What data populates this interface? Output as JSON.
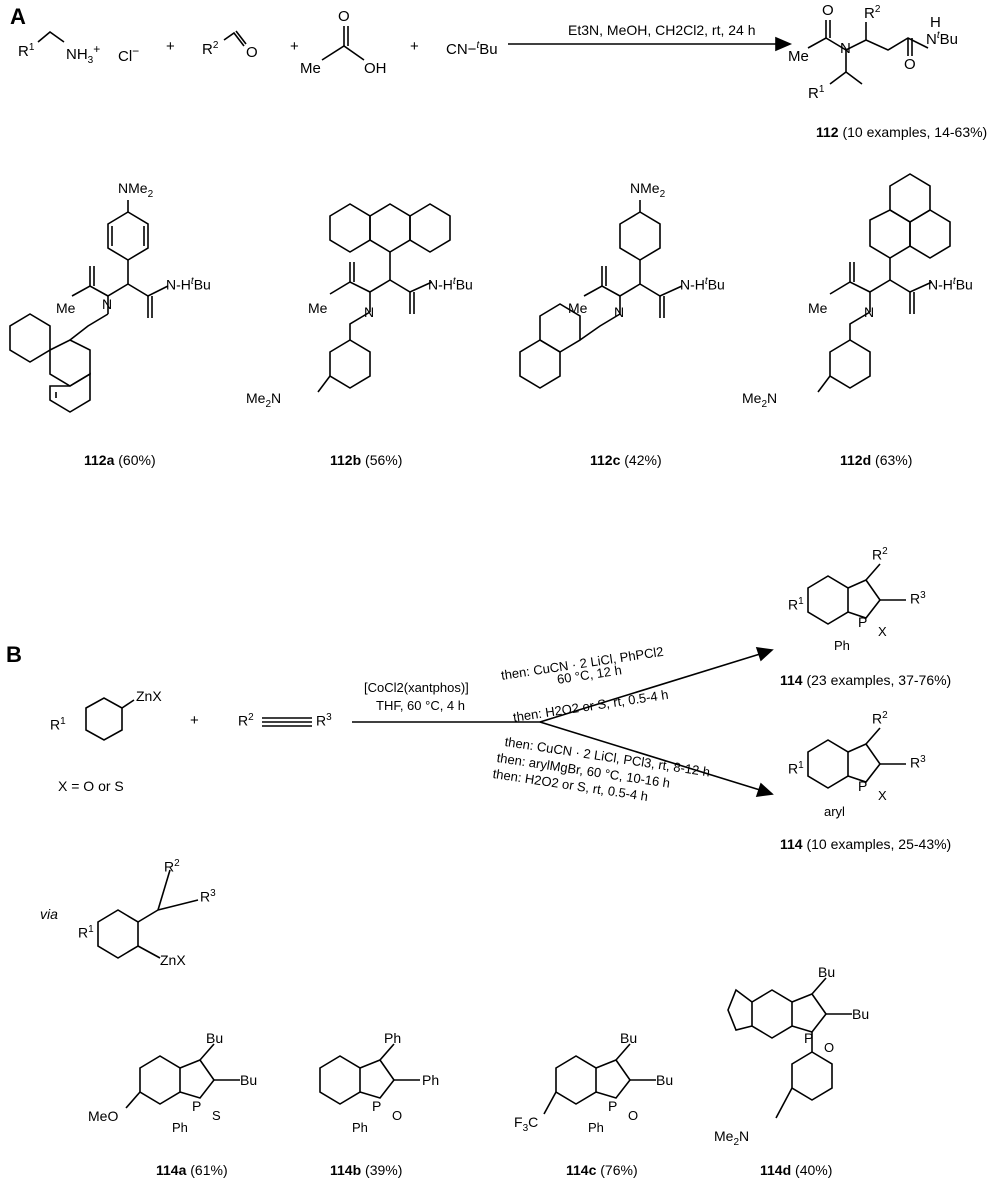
{
  "sectionA": {
    "label": "A",
    "reagents": {
      "amine_r": "R",
      "amine_sup": "1",
      "amine_nh": "NH",
      "amine_nh_sub": "3",
      "amine_plus": "+",
      "chloride": "Cl",
      "chloride_sup": "−",
      "plus": "+",
      "aldehyde_r": "R",
      "aldehyde_sup": "2",
      "aldehyde_o": "O",
      "acid_o": "O",
      "acid_oh": "OH",
      "isocyanide": "CN−",
      "isocyanide_t": "t",
      "isocyanide_bu": "Bu"
    },
    "conditions": "Et3N, MeOH, CH2Cl2, rt, 24 h",
    "product_id": "112",
    "product_note": "(10 examples, 14-63%)",
    "examples": [
      {
        "id": "112a",
        "yield": "(60%)"
      },
      {
        "id": "112b",
        "yield": "(56%)"
      },
      {
        "id": "112c",
        "yield": "(42%)"
      },
      {
        "id": "112d",
        "yield": "(63%)"
      }
    ],
    "labels": {
      "nme2": "NMe",
      "me2n": "Me",
      "me": "Me",
      "n": "N",
      "nh": "N",
      "h": "H",
      "t": "t",
      "bu": "Bu",
      "o": "O",
      "r2": "R",
      "r1": "R"
    }
  },
  "sectionB": {
    "label": "B",
    "reagent1": {
      "znx": "ZnX",
      "r1": "R",
      "x_def": "X = O or S"
    },
    "plus": "+",
    "alkyne": {
      "r2": "R",
      "r3": "R"
    },
    "conditions_main_1": "[CoCl2(xantphos)]",
    "conditions_main_2": "THF, 60 °C, 4 h",
    "upper_conditions": [
      "then: CuCN · 2 LiCl, PhPCl2",
      "60 °C, 12 h",
      "then: H2O2 or S, rt, 0.5-4 h"
    ],
    "lower_conditions": [
      "then: CuCN · 2 LiCl, PCl3, rt, 8-12 h",
      "then: arylMgBr, 60 °C, 10-16 h",
      "then: H2O2 or S, rt, 0.5-4 h"
    ],
    "product_upper": {
      "id": "114",
      "note": "(23 examples, 37-76%)",
      "sub": "Ph"
    },
    "product_lower": {
      "id": "114",
      "note": "(10 examples, 25-43%)",
      "sub": "aryl"
    },
    "via": "via",
    "examples": [
      {
        "id": "114a",
        "yield": "(61%)"
      },
      {
        "id": "114b",
        "yield": "(39%)"
      },
      {
        "id": "114c",
        "yield": "(76%)"
      },
      {
        "id": "114d",
        "yield": "(40%)"
      }
    ],
    "labels": {
      "bu": "Bu",
      "ph": "Ph",
      "meo": "MeO",
      "f3c": "F3C",
      "p": "P",
      "s": "S",
      "o": "O",
      "x": "X"
    }
  }
}
